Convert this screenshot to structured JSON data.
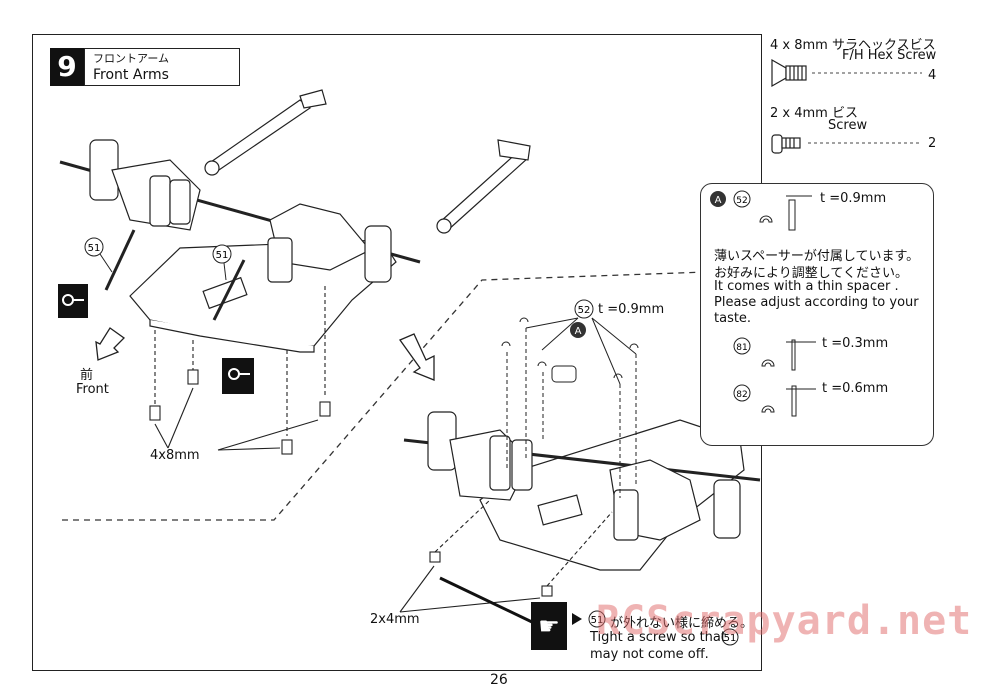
{
  "step": {
    "number": "9",
    "title_jp": "フロントアーム",
    "title_en": "Front Arms"
  },
  "parts": [
    {
      "name_jp": "4 x 8mm サラヘックスビス",
      "name_en": "F/H Hex Screw",
      "qty": "4"
    },
    {
      "name_jp": "2 x 4mm ビス",
      "name_en": "Screw",
      "qty": "2"
    }
  ],
  "labels": {
    "part51": "51",
    "part52": "52",
    "part81": "81",
    "part82": "82",
    "front_jp": "前",
    "front_en": "Front",
    "screw_4x8": "4x8mm",
    "screw_2x4": "2x4mm",
    "spacer_52_main": "t =0.9mm",
    "marker_a": "A"
  },
  "note": {
    "marker": "A",
    "spacer52": "t =0.9mm",
    "line1_jp": "薄いスペーサーが付属しています。",
    "line2_jp": "お好みにより調整してください。",
    "line3_en": "It comes with a thin spacer .",
    "line4_en": "Please adjust according to your",
    "line5_en": "taste.",
    "spacer81": "t =0.3mm",
    "spacer82": "t =0.6mm"
  },
  "tip": {
    "jp": "が外れない様に締める。",
    "en1": "Tight a screw so that",
    "en2": "may not come off."
  },
  "watermark": "RCScrapyard.net",
  "page_number": "26"
}
